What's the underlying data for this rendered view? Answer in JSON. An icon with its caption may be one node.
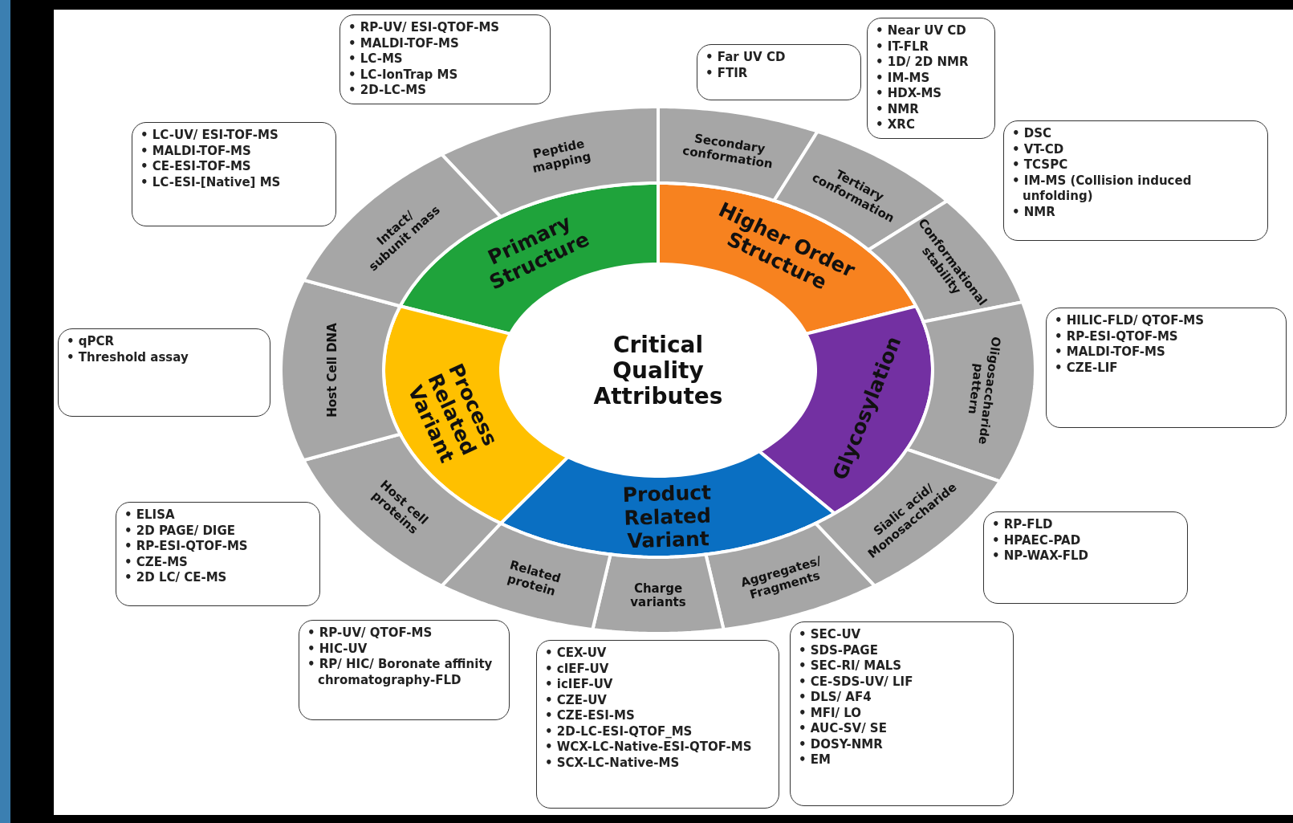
{
  "diagram": {
    "nodes": [
      {
        "text": [
          "Critical Quality Attributes"
        ]
      },
      {
        "text": [
          "Primary Structure"
        ]
      },
      {
        "text": [
          "Higher Order Structure"
        ]
      },
      {
        "text": [
          "Glycosylation"
        ]
      },
      {
        "text": [
          "Product Related Variant"
        ]
      },
      {
        "text": [
          "Process Related Variant"
        ]
      },
      {
        "text": [
          "Peptide mapping"
        ]
      },
      {
        "text": [
          "Secondary conformation"
        ]
      },
      {
        "text": [
          "Tertiary conformation"
        ]
      },
      {
        "text": [
          "Conformational stability"
        ]
      },
      {
        "text": [
          "Oligosaccharide pattern"
        ]
      },
      {
        "text": [
          "Sialic acid/ Monosaccharide"
        ]
      },
      {
        "text": [
          "Aggregates/ Fragments"
        ]
      },
      {
        "text": [
          "Charge variants"
        ]
      },
      {
        "text": [
          "Related protein"
        ]
      },
      {
        "text": [
          "Host cell proteins"
        ]
      },
      {
        "text": [
          "Host Cell DNA"
        ]
      },
      {
        "text": [
          "Intact/ subunit mass"
        ]
      },
      {
        "text": [
          "• RP-UV/ ESI-QTOF-MS",
          "• MALDI-TOF-MS",
          "• LC-MS",
          "• LC-IonTrap MS",
          "• 2D-LC-MS"
        ]
      },
      {
        "text": [
          "• Far UV CD",
          "• FTIR"
        ]
      },
      {
        "text": [
          "• Near UV CD",
          "• IT-FLR",
          "• 1D/ 2D NMR",
          "• IM-MS",
          "• HDX-MS",
          "• NMR",
          "• XRC"
        ]
      },
      {
        "text": [
          "• DSC",
          "• VT-CD",
          "• TCSPC",
          "• IM-MS (Collision induced unfolding)",
          "• NMR"
        ]
      },
      {
        "text": [
          "• HILIC-FLD/ QTOF-MS",
          "• RP-ESI-QTOF-MS",
          "• MALDI-TOF-MS",
          "• CZE-LIF"
        ]
      },
      {
        "text": [
          "• RP-FLD",
          "• HPAEC-PAD",
          "• NP-WAX-FLD"
        ]
      },
      {
        "text": [
          "• SEC-UV",
          "• SDS-PAGE",
          "• SEC-RI/ MALS",
          "• CE-SDS-UV/ LIF",
          "• DLS/ AF4",
          "• MFI/ LO",
          "• AUC-SV/ SE",
          "• DOSY-NMR",
          "• EM"
        ]
      },
      {
        "text": [
          "• CEX-UV",
          "• cIEF-UV",
          "• icIEF-UV",
          "• CZE-UV",
          "• CZE-ESI-MS",
          "• 2D-LC-ESI-QTOF_MS",
          "• WCX-LC-Native-ESI-QTOF-MS",
          "• SCX-LC-Native-MS"
        ]
      },
      {
        "text": [
          "• RP-UV/ QTOF-MS",
          "• HIC-UV",
          "• RP/ HIC/ Boronate affinity chromatography-FLD"
        ]
      },
      {
        "text": [
          "• ELISA",
          "• 2D PAGE/ DIGE",
          "• RP-ESI-QTOF-MS",
          "• CZE-MS",
          "• 2D LC/ CE-MS"
        ]
      },
      {
        "text": [
          "• qPCR",
          "• Threshold assay"
        ]
      },
      {
        "text": [
          "• LC-UV/ ESI-TOF-MS",
          "• MALDI-TOF-MS",
          "• CE-ESI-TOF-MS",
          "• LC-ESI-[Native] MS"
        ]
      }
    ]
  }
}
